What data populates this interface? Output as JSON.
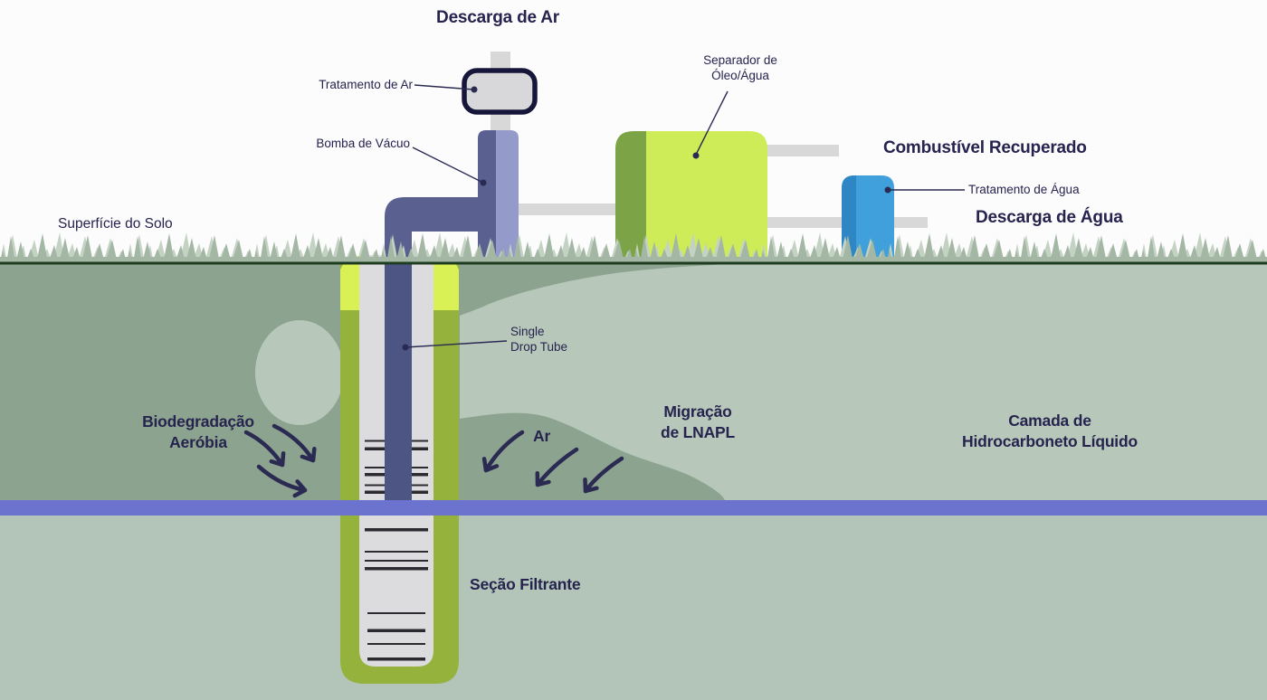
{
  "scene": {
    "aboveground": {
      "title_air_discharge": "Descarga de Ar",
      "labels": {
        "air_treatment": "Tratamento de Ar",
        "vacuum_pump": "Bomba de Vácuo",
        "oil_water_separator": [
          "Separador de",
          "Óleo/Água"
        ],
        "recovered_fuel": "Combustível Recuperado",
        "water_treatment": "Tratamento de Água",
        "water_discharge": "Descarga de Água",
        "soil_surface": "Superfície do Solo"
      }
    },
    "underground": {
      "labels": {
        "single_drop_tube": [
          "Single",
          "Drop Tube"
        ],
        "aerobic_biodegradation": [
          "Biodegradação",
          "Aeróbia"
        ],
        "air": "Ar",
        "lnapl_migration": [
          "Migração",
          "de LNAPL"
        ],
        "hydrocarbon_layer": [
          "Camada de",
          "Hidrocarboneto Líquido"
        ],
        "filter_section": "Seção Filtrante"
      }
    }
  },
  "colors": {
    "background": "#FCFCFC",
    "text_navy": "#26234E",
    "soil_dark": "#8CA48F",
    "soil_light": "#B7C8BA",
    "soil_below_water": "#B2C5B8",
    "water_table": "#6C73CE",
    "grass": "#A3B7A4",
    "grass_light": "#C4D2C3",
    "surface_line": "#1E3D20",
    "well_casing": "#94B23C",
    "well_cap": "#D9F155",
    "well_inner": "#DCDCDE",
    "slot_dark": "#2A2A30",
    "drop_tube": "#4D5585",
    "pump_dark": "#5A6191",
    "pump_light": "#949BCB",
    "pipe_gray": "#D8D8D8",
    "separator_green": "#CDEC58",
    "separator_shade": "#7CA447",
    "tank_blue": "#3FA0DB",
    "tank_blue_shade": "#2E87C4",
    "treatment_box_fill": "#D8D8DB",
    "treatment_box_border": "#16163B",
    "arrow": "#2B2A52"
  }
}
